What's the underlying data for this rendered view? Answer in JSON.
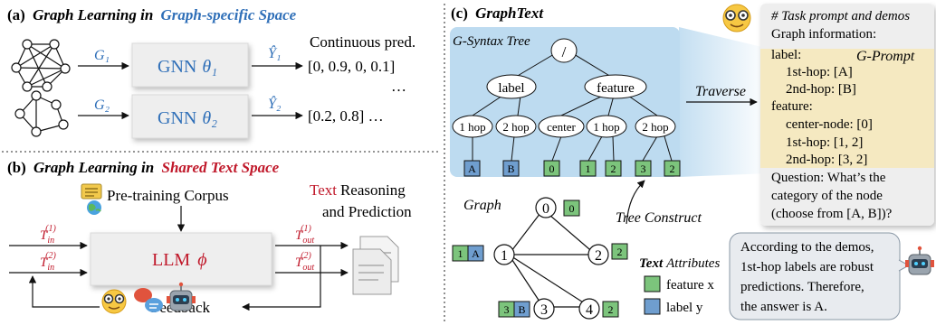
{
  "panel_a": {
    "title_prefix": "(a)",
    "title_main": "Graph Learning in",
    "title_highlight": "Graph-specific Space",
    "label_g1": "G₁",
    "label_g2": "G₂",
    "gnn_1": "GNN",
    "theta_1": "θ₁",
    "gnn_2": "GNN",
    "theta_2": "θ₂",
    "label_y1": "Ŷ₁",
    "label_y2": "Ŷ₂",
    "continuous_pred": "Continuous pred.",
    "pred_1": "[0, 0.9, 0, 0.1]",
    "pred_1_ellipsis": "…",
    "pred_2": "[0.2, 0.8] …"
  },
  "panel_b": {
    "title_prefix": "(b)",
    "title_main": "Graph Learning in",
    "title_highlight": "Shared Text Space",
    "pretrain": "Pre-training Corpus",
    "text_word": "Text",
    "reasoning": "Reasoning",
    "and_prediction": "and Prediction",
    "llm": "LLM",
    "phi": "ϕ",
    "tin1": "T",
    "tin1_sub": "in",
    "tin1_sup": "(1)",
    "tin2": "T",
    "tin2_sub": "in",
    "tin2_sup": "(2)",
    "tout1": "T",
    "tout1_sub": "out",
    "tout1_sup": "(1)",
    "tout2": "T",
    "tout2_sub": "out",
    "tout2_sup": "(2)",
    "feedback": "Feedback"
  },
  "panel_c": {
    "title_prefix": "(c)",
    "title_main": "GraphText",
    "g_syntax_tree": "G-Syntax Tree",
    "root": "/",
    "label_node": "label",
    "feature_node": "feature",
    "l_1hop": "1 hop",
    "l_2hop": "2 hop",
    "f_center": "center",
    "f_1hop": "1 hop",
    "f_2hop": "2 hop",
    "leaves": [
      "A",
      "B",
      "0",
      "1",
      "2",
      "3",
      "2"
    ],
    "traverse": "Traverse",
    "tree_construct": "Tree Construct",
    "graph_label": "Graph",
    "graph_nodes": [
      "0",
      "1",
      "2",
      "3",
      "4"
    ],
    "node_tags": {
      "n0_feat": "0",
      "n1_feat": "1",
      "n1_label": "A",
      "n2_feat": "2",
      "n3_feat": "3",
      "n3_label": "B",
      "n4_feat": "2"
    },
    "legend_title_bold": "Text",
    "legend_title_rest": "Attributes",
    "legend_feature": "feature x",
    "legend_label": "label y",
    "prompt": {
      "comment": "# Task prompt and demos",
      "graph_info": "Graph information:",
      "g_prompt": "G-Prompt",
      "label": "label:",
      "label_1hop": "1st-hop: [A]",
      "label_2hop": "2nd-hop: [B]",
      "feature": "feature:",
      "center_node": "center-node: [0]",
      "feat_1hop": "1st-hop: [1, 2]",
      "feat_2hop": "2nd-hop: [3, 2]",
      "q1": "Question: What’s the",
      "q2": "category of the node",
      "q3": "(choose from [A, B])?"
    },
    "answer": {
      "l1": "According to the demos,",
      "l2": "1st-hop labels are robust",
      "l3": "predictions. Therefore,",
      "l4": "the answer is A."
    }
  },
  "colors": {
    "blue_text": "#2f6fb8",
    "red_text": "#c0182a",
    "tree_bg": "#bddbf0",
    "prompt_bg": "#f6e7b8",
    "box_fill": "#eeeeee",
    "feature_green": "#7cc47c",
    "label_blue": "#6f9ecf",
    "gray_box": "#e8ebef"
  }
}
